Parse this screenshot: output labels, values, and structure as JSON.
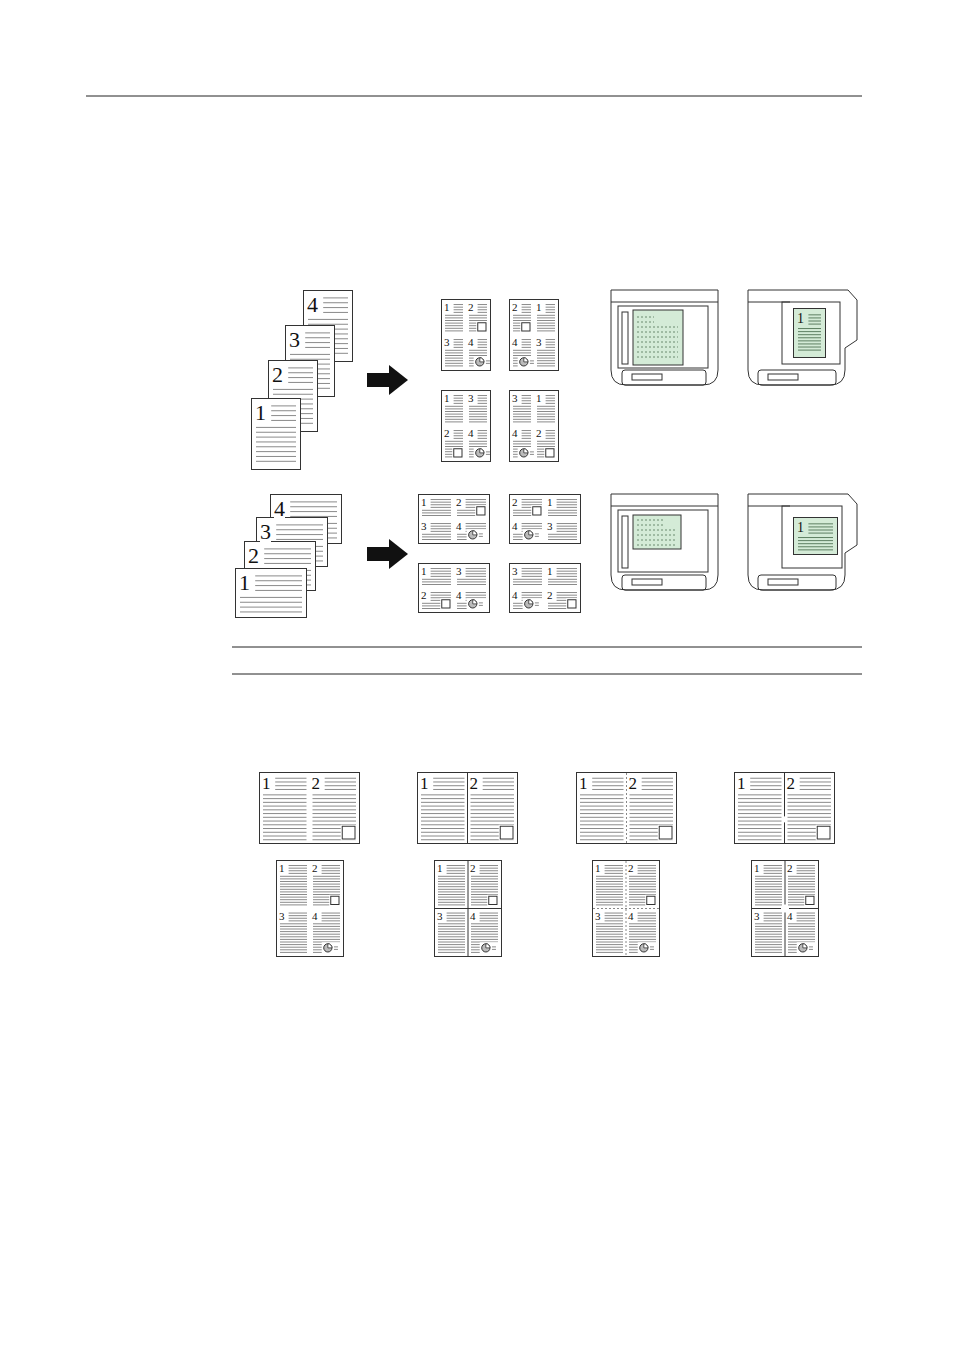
{
  "diagram": {
    "nodes": [
      {
        "text": [
          "4"
        ]
      },
      {
        "text": [
          "3"
        ]
      },
      {
        "text": [
          "2"
        ]
      },
      {
        "text": [
          "1"
        ]
      },
      {
        "text": [
          "1",
          "2",
          "3",
          "4"
        ]
      },
      {
        "text": [
          "2",
          "1",
          "4",
          "3"
        ]
      },
      {
        "text": [
          "1",
          "3",
          "2",
          "4"
        ]
      },
      {
        "text": [
          "3",
          "1",
          "4",
          "2"
        ]
      },
      {
        "text": [
          "1"
        ]
      },
      {
        "text": [
          "4"
        ]
      },
      {
        "text": [
          "3"
        ]
      },
      {
        "text": [
          "2"
        ]
      },
      {
        "text": [
          "1"
        ]
      },
      {
        "text": [
          "1",
          "2",
          "3",
          "4"
        ]
      },
      {
        "text": [
          "2",
          "1",
          "4",
          "3"
        ]
      },
      {
        "text": [
          "1",
          "3",
          "2",
          "4"
        ]
      },
      {
        "text": [
          "3",
          "1",
          "4",
          "2"
        ]
      },
      {
        "text": [
          "1"
        ]
      },
      {
        "text": [
          "1",
          "2"
        ]
      },
      {
        "text": [
          "1",
          "2"
        ]
      },
      {
        "text": [
          "1",
          "2"
        ]
      },
      {
        "text": [
          "1",
          "2"
        ]
      },
      {
        "text": [
          "1",
          "2",
          "3",
          "4"
        ]
      },
      {
        "text": [
          "1",
          "2",
          "3",
          "4"
        ]
      },
      {
        "text": [
          "1",
          "2",
          "3",
          "4"
        ]
      },
      {
        "text": [
          "1",
          "2",
          "3",
          "4"
        ]
      }
    ]
  }
}
